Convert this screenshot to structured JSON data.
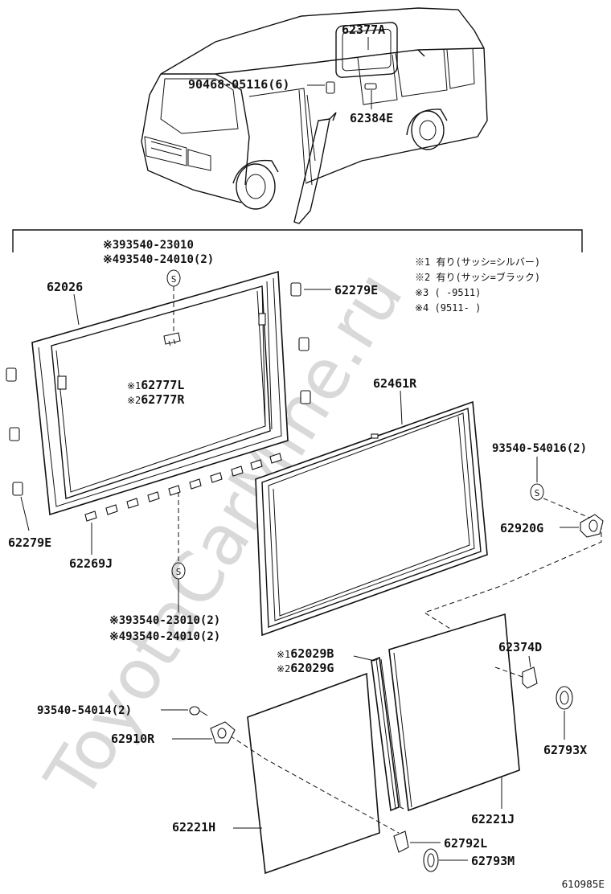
{
  "watermark": "ToyotaCarMine.ru",
  "diagram_id": "610985E",
  "parts": {
    "p62377A": "62377A",
    "p90468": "90468-05116(6)",
    "p62384E": "62384E",
    "p62026": "62026",
    "p62279E_a": "62279E",
    "p62279E_b": "62279E",
    "p62269J": "62269J",
    "p62461R": "62461R",
    "p62920G": "62920G",
    "p93540_54016": "93540-54016(2)",
    "p62374D": "62374D",
    "p62793X": "62793X",
    "p62221J": "62221J",
    "p62221H": "62221H",
    "p62910R": "62910R",
    "p93540_54014": "93540-54014(2)",
    "p62792L": "62792L",
    "p62793M": "62793M"
  },
  "screw_top": {
    "line1_mark": "※3",
    "line1_part": "93540-23010",
    "line2_mark": "※4",
    "line2_part": "93540-24010(2)"
  },
  "screw_bottom": {
    "line1_mark": "※3",
    "line1_part": "93540-23010(2)",
    "line2_mark": "※4",
    "line2_part": "93540-24010(2)"
  },
  "lock_labels": {
    "line1_mark": "※1",
    "line1_part": "62777L",
    "line2_mark": "※2",
    "line2_part": "62777R"
  },
  "channel_labels": {
    "line1_mark": "※1",
    "line1_part": "62029B",
    "line2_mark": "※2",
    "line2_part": "62029G"
  },
  "legend": [
    "※1 有り(サッシ=シルバー)",
    "※2 有り(サッシ=ブラック)",
    "※3 (      -9511)",
    "※4 (9511-       )"
  ],
  "screw_symbol": "S"
}
